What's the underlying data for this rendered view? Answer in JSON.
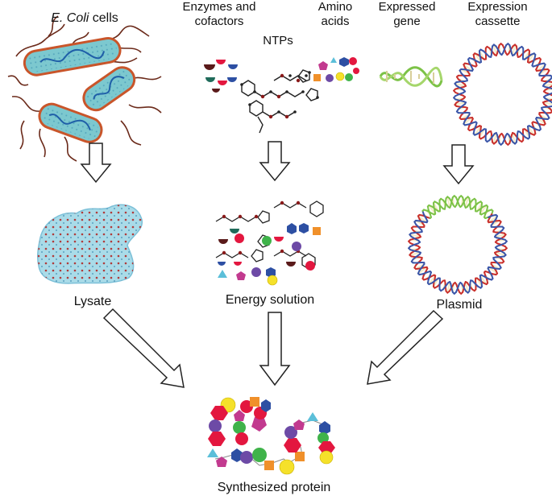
{
  "labels": {
    "ecoli_italic": "E. Coli",
    "ecoli_rest": " cells",
    "enzymes_line1": "Enzymes and",
    "enzymes_line2": "cofactors",
    "ntps": "NTPs",
    "amino_line1": "Amino",
    "amino_line2": "acids",
    "gene_line1": "Expressed",
    "gene_line2": "gene",
    "cassette_line1": "Expression",
    "cassette_line2": "cassette",
    "lysate": "Lysate",
    "energy": "Energy solution",
    "plasmid": "Plasmid",
    "protein": "Synthesized protein"
  },
  "colors": {
    "red": "#e3173f",
    "purple": "#6d4aa6",
    "blue": "#2d4fa3",
    "green": "#3fb34a",
    "orange": "#f0902a",
    "yellow": "#f5e12a",
    "magenta": "#c23a8f",
    "cyan": "#5bbfd9",
    "dna_red": "#c9302c",
    "dna_blue": "#3a55a8",
    "dna_green": "#7cc247",
    "dna_cream": "#f4ecc8",
    "lysate": "#a9dbe8",
    "cell_body": "#7cc8cf",
    "cell_border": "#c9552a",
    "flagella": "#6b2a1a"
  }
}
